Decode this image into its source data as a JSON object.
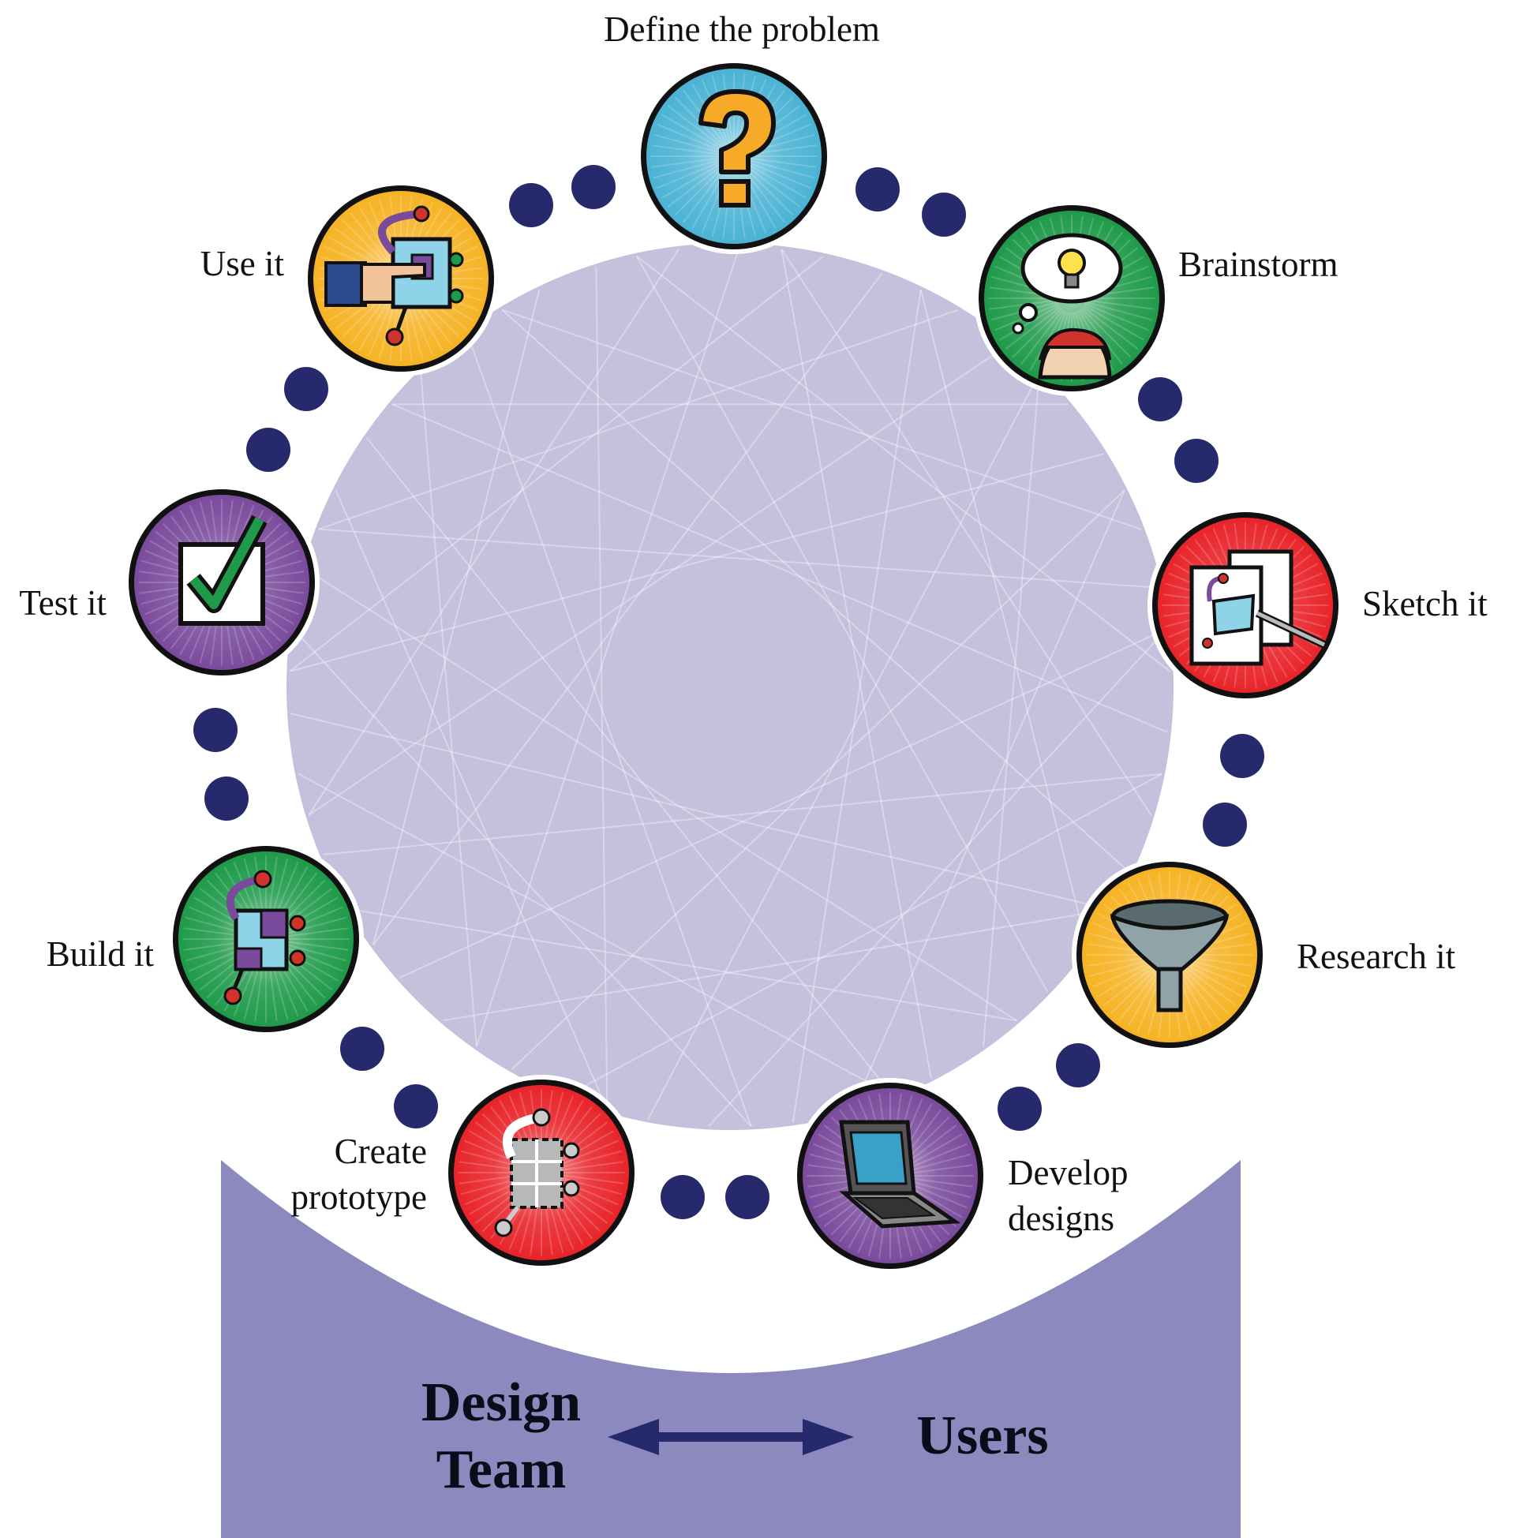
{
  "steps": [
    {
      "label": "Define the problem",
      "icon": "question-mark-icon",
      "color": "#4bb3d4"
    },
    {
      "label": "Brainstorm",
      "icon": "lightbulb-thought-icon",
      "color": "#1f9a4a"
    },
    {
      "label": "Sketch it",
      "icon": "sketch-pencil-icon",
      "color": "#e8242a"
    },
    {
      "label": "Research it",
      "icon": "funnel-icon",
      "color": "#f6b324"
    },
    {
      "label": "Develop designs",
      "label_lines": [
        "Develop",
        "designs"
      ],
      "icon": "laptop-icon",
      "color": "#7a4b9c"
    },
    {
      "label": "Create prototype",
      "label_lines": [
        "Create",
        "prototype"
      ],
      "icon": "prototype-gadget-icon",
      "color": "#e8242a"
    },
    {
      "label": "Build it",
      "icon": "gadget-icon",
      "color": "#1f9a4a"
    },
    {
      "label": "Test it",
      "icon": "checkbox-check-icon",
      "color": "#7a4b9c"
    },
    {
      "label": "Use it",
      "icon": "pointing-hand-gadget-icon",
      "color": "#f6b324"
    }
  ],
  "bottom": {
    "left_lines": [
      "Design",
      "Team"
    ],
    "right": "Users",
    "arrow": "double-headed-arrow"
  },
  "colors": {
    "center_circle": "#c3c1dc",
    "bottom_band": "#8b89bd",
    "dots": "#262a6c",
    "arrow": "#262a6c"
  }
}
